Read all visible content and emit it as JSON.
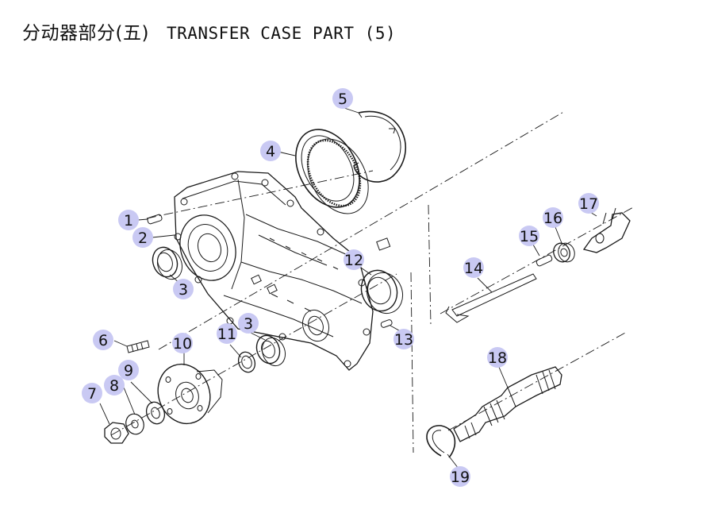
{
  "title": {
    "cn": "分动器部分(五)",
    "en": "TRANSFER CASE PART (5)"
  },
  "colors": {
    "callout_fill": "#c9c9f3",
    "line": "#1a1a1a"
  },
  "callouts": [
    "1",
    "2",
    "3",
    "3",
    "4",
    "5",
    "6",
    "7",
    "8",
    "9",
    "10",
    "11",
    "12",
    "13",
    "14",
    "15",
    "16",
    "17",
    "18",
    "19"
  ]
}
